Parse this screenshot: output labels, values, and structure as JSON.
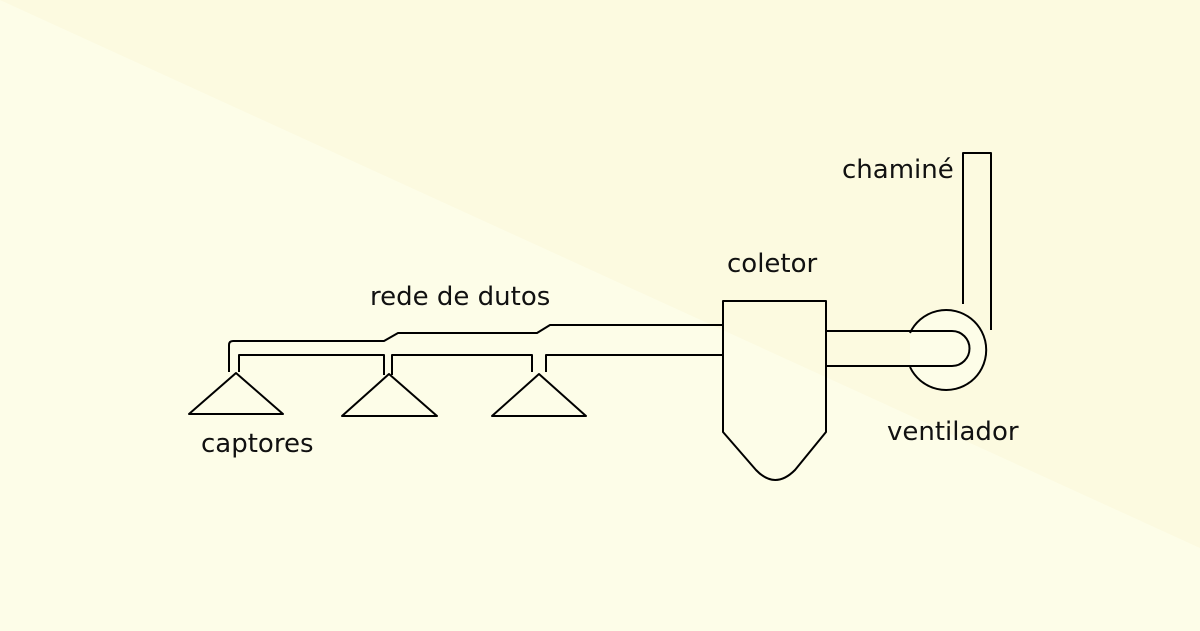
{
  "colors": {
    "background_main": "#fdfde8",
    "background_band": "#fcfae0",
    "stroke": "#000000",
    "text": "#111111"
  },
  "labels": {
    "chimney": "chaminé",
    "collector": "coletor",
    "duct_network": "rede de dutos",
    "hoods": "captores",
    "fan": "ventilador"
  }
}
